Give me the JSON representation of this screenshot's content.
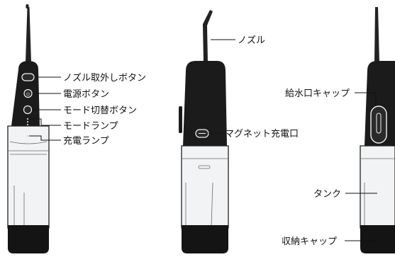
{
  "figure": {
    "left_unit_labels": [
      "ノズル取外しボタン",
      "電源ボタン",
      "モード切替ボタン",
      "モードランプ",
      "充電ランプ"
    ],
    "middle_unit_labels": {
      "nozzle": "ノズル",
      "charge_port": "マグネット充電口"
    },
    "right_unit_labels": {
      "water_inlet_cap": "給水口キャップ",
      "tank": "タンク",
      "storage_cap": "収納キャップ"
    }
  }
}
